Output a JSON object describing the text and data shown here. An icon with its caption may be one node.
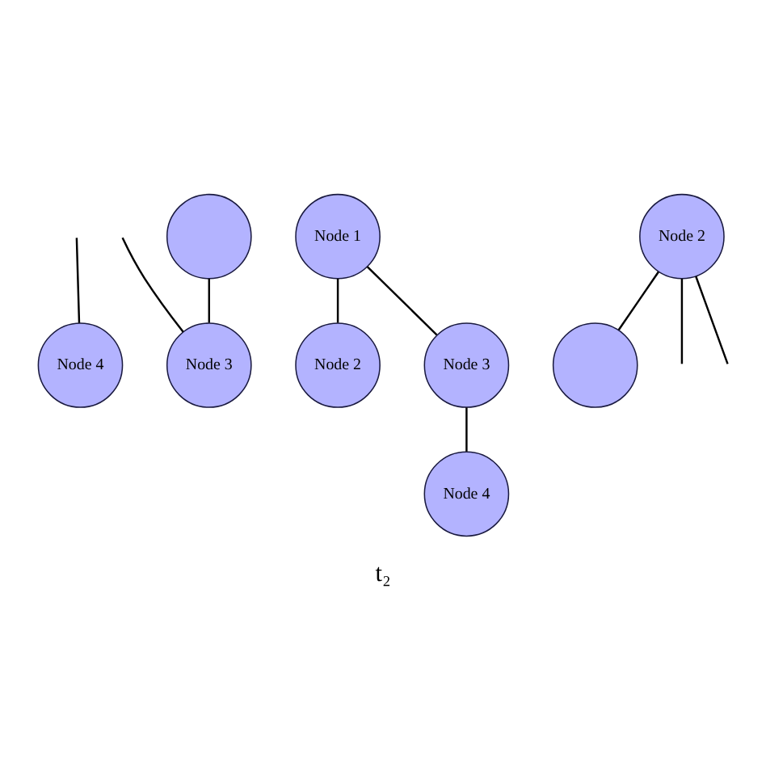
{
  "diagram": {
    "caption": "t₂",
    "nodes": [
      {
        "text": [],
        "shape": "circle"
      },
      {
        "text": [
          "Node 3"
        ]
      },
      {
        "text": [
          "Node 4"
        ]
      },
      {
        "text": [
          "Node 1"
        ]
      },
      {
        "text": [
          "Node 2"
        ]
      },
      {
        "text": [
          "Node 3"
        ]
      },
      {
        "text": [
          "Node 4"
        ]
      },
      {
        "text": [],
        "shape": "circle"
      },
      {
        "text": [
          "Node 2"
        ]
      }
    ],
    "edges": [
      {
        "from": 0,
        "to": 1,
        "arrow": "none"
      },
      {
        "from": null,
        "to": 1,
        "arrow": "none"
      },
      {
        "from": null,
        "to": 2,
        "arrow": "none"
      },
      {
        "from": 3,
        "to": 4,
        "arrow": "none"
      },
      {
        "from": 3,
        "to": 5,
        "arrow": "none"
      },
      {
        "from": 5,
        "to": 6,
        "arrow": "none"
      },
      {
        "from": 8,
        "to": 7,
        "arrow": "none"
      },
      {
        "from": 8,
        "to": null,
        "arrow": "none"
      },
      {
        "from": 8,
        "to": null,
        "arrow": "none"
      }
    ]
  }
}
